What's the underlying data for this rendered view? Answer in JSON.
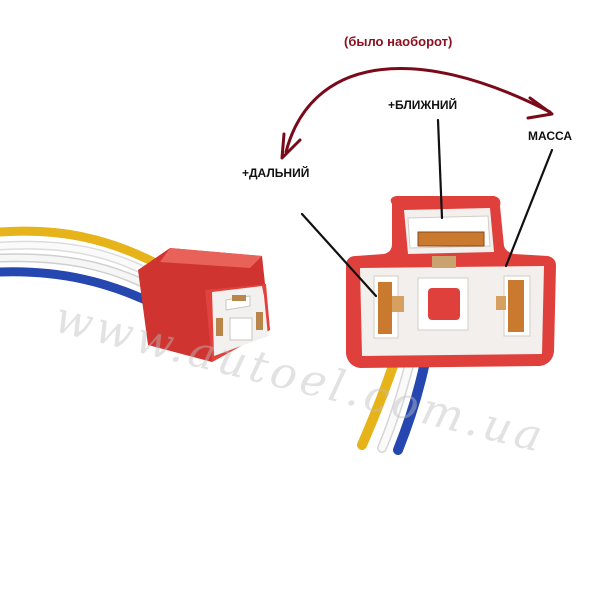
{
  "labels": {
    "note": "(было наоборот)",
    "near": "+БЛИЖНИЙ",
    "far": "+ДАЛЬНИЙ",
    "mass": "МАССА"
  },
  "watermark": "www.autoel.com.ua",
  "colors": {
    "connector_red": "#e0403c",
    "arrow": "#7a0a1a",
    "wire_yellow": "#f0c21a",
    "wire_blue": "#2a4db8",
    "wire_white": "#f4f4f4",
    "terminal_copper": "#c97a2e"
  }
}
